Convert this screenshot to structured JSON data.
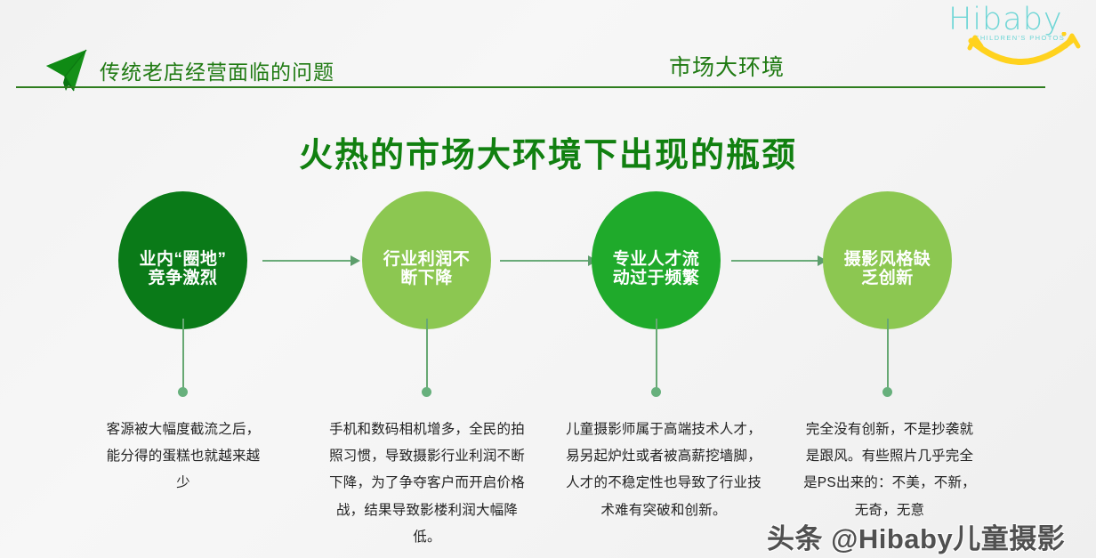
{
  "header": {
    "left_title": "传统老店经营面临的问题",
    "right_title": "市场大环境",
    "flag_icon": "paper-plane-icon",
    "rule_color": "#2e7d1e"
  },
  "logo": {
    "wordmark": "Hibaby",
    "tagline": "CHILDREN'S PHOTOS",
    "smile_icon": "smile-curve-icon",
    "brand_color": "#6fd6d6",
    "accent_color": "#ffd21e"
  },
  "main": {
    "title": "火热的市场大环境下出现的瓶颈",
    "title_color": "#118010"
  },
  "flow": {
    "arrow_color": "#6aab79",
    "dot_color": "#67b07c",
    "nodes": [
      {
        "id": "node-1",
        "label": "业内“圈地”竞争激烈",
        "line1": "业内“圈地”",
        "line2": "竞争激烈",
        "color": "#0a7a18",
        "caption": "客源被大幅度截流之后，能分得的蛋糕也就越来越少"
      },
      {
        "id": "node-2",
        "label": "行业利润不断下降",
        "line1": "行业利润不",
        "line2": "断下降",
        "color": "#8cc751",
        "caption": "手机和数码相机增多，全民的拍照习惯，导致摄影行业利润不断下降，为了争夺客户而开启价格战，结果导致影楼利润大幅降低。"
      },
      {
        "id": "node-3",
        "label": "专业人才流动过于频繁",
        "line1": "专业人才流",
        "line2": "动过于频繁",
        "color": "#1faa2b",
        "caption": "儿童摄影师属于高端技术人才，易另起炉灶或者被高薪挖墙脚，人才的不稳定性也导致了行业技术难有突破和创新。"
      },
      {
        "id": "node-4",
        "label": "摄影风格缺乏创新",
        "line1": "摄影风格缺",
        "line2": "乏创新",
        "color": "#8cc751",
        "caption": "完全没有创新，不是抄袭就是跟风。有些照片几乎完全是PS出来的：不美，不新，无奇，无意"
      }
    ]
  },
  "watermark": {
    "text": "头条 @Hibaby儿童摄影"
  }
}
